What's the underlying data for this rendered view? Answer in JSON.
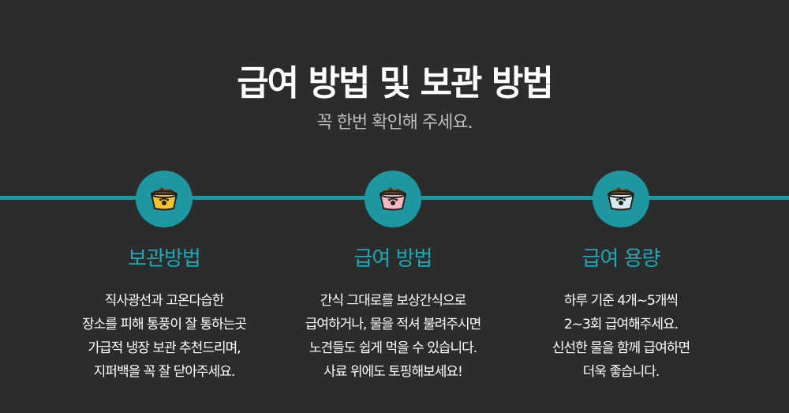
{
  "header": {
    "title": "급여 방법 및 보관 방법",
    "subtitle": "꼭 한번 확인해 주세요."
  },
  "colors": {
    "background": "#2b2d2d",
    "accent": "#1e97a0",
    "heading": "#21a7b3",
    "bowl_yellow": "#f5c32c",
    "bowl_pink": "#f7b8c4",
    "bowl_light_blue": "#d6ecf2"
  },
  "steps": [
    {
      "icon": "yellow-pet-bowl-icon",
      "heading": "보관방법",
      "lines": [
        "직사광선과 고온다습한",
        "장소를  피해 통풍이 잘 통하는곳",
        "가급적 냉장 보관 추천드리며,",
        "지퍼백을 꼭 잘 닫아주세요."
      ]
    },
    {
      "icon": "pink-pet-bowl-icon",
      "heading": "급여 방법",
      "lines": [
        "간식 그대로를 보상간식으로",
        "급여하거나, 물을 적셔 불려주시면",
        "노견들도 쉽게 먹을 수 있습니다.",
        "사료 위에도 토핑해보세요!"
      ]
    },
    {
      "icon": "light-blue-pet-bowl-icon",
      "heading": "급여 용량",
      "lines": [
        "하루 기준 4개~5개씩",
        "2~3회 급여해주세요.",
        "신선한 물을 함께 급여하면",
        "더욱 좋습니다."
      ]
    }
  ]
}
